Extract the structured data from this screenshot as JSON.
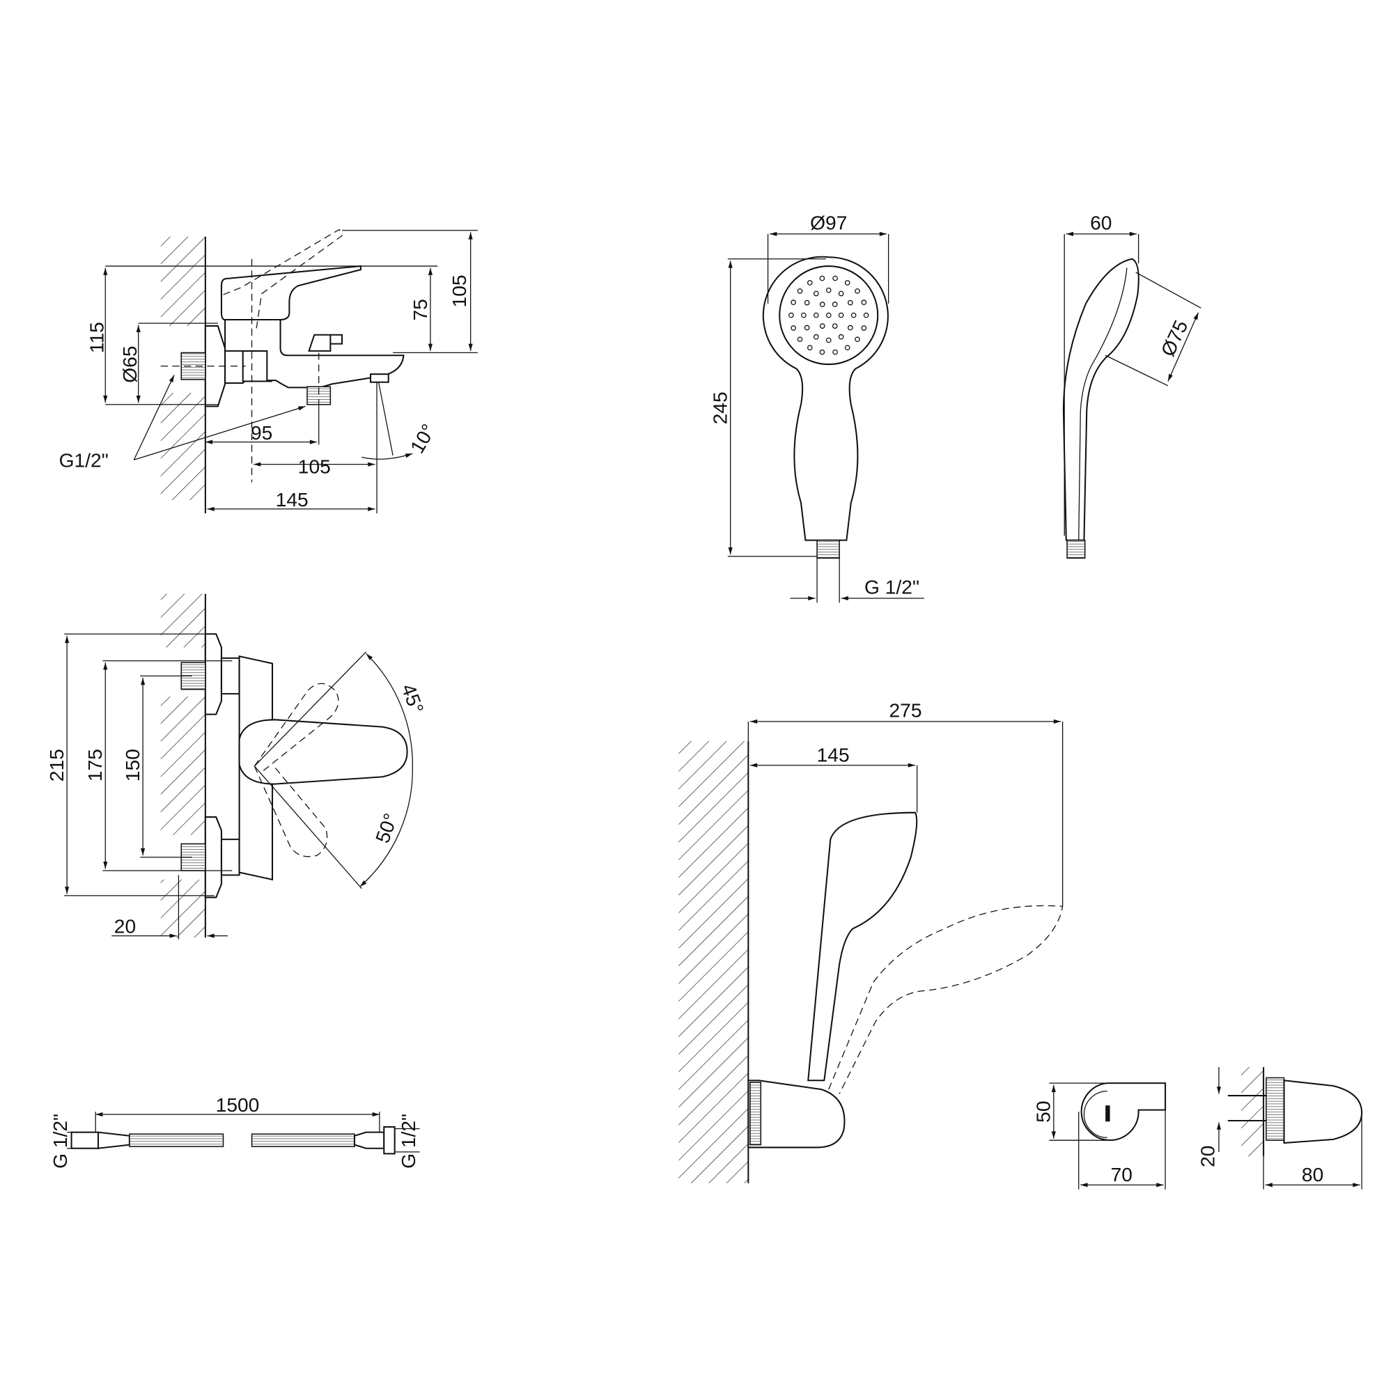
{
  "mixer_side_view": {
    "height_overall": "115",
    "escutcheon_diameter": "Ø65",
    "lever_height": "75",
    "lever_raised_height": "105",
    "outlet_distance": "95",
    "spout_from_axis": "105",
    "spout_length": "145",
    "spout_angle": "10°",
    "thread": "G1/2\""
  },
  "shower_head_front": {
    "diameter": "Ø97",
    "length": "245",
    "thread": "G 1/2\""
  },
  "shower_head_side": {
    "depth": "60",
    "face_diameter": "Ø75"
  },
  "mixer_top_view": {
    "height_total": "215",
    "escutcheon_span": "175",
    "center_distance": "150",
    "lever_angle_up": "45°",
    "lever_angle_down": "50°",
    "wall_offset": "20"
  },
  "shower_on_holder": {
    "reach_max": "275",
    "reach_min": "145"
  },
  "holder_front": {
    "height": "50",
    "width": "70"
  },
  "holder_side": {
    "screw_spacing": "20",
    "depth": "80"
  },
  "hose": {
    "length": "1500",
    "thread_left": "G 1/2\"",
    "thread_right": "G 1/2\""
  }
}
